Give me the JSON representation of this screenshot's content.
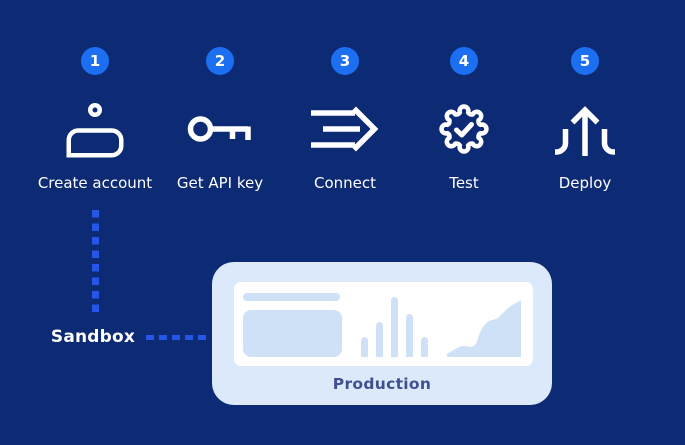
{
  "steps": [
    {
      "number": "1",
      "label": "Create account",
      "icon": "user-icon"
    },
    {
      "number": "2",
      "label": "Get API key",
      "icon": "key-icon"
    },
    {
      "number": "3",
      "label": "Connect",
      "icon": "connect-arrow-icon"
    },
    {
      "number": "4",
      "label": "Test",
      "icon": "gear-check-icon"
    },
    {
      "number": "5",
      "label": "Deploy",
      "icon": "deploy-icon"
    }
  ],
  "environments": {
    "sandbox": "Sandbox",
    "production": "Production"
  },
  "colors": {
    "background": "#0d2a74",
    "step_badge": "#1b6ff0",
    "connector_dash": "#2457e8",
    "card_background": "#dbe9fa",
    "panel_background": "#ffffff",
    "panel_shapes": "#cfe1f7",
    "production_text": "#3f4f90",
    "step_text": "#ffffff"
  }
}
